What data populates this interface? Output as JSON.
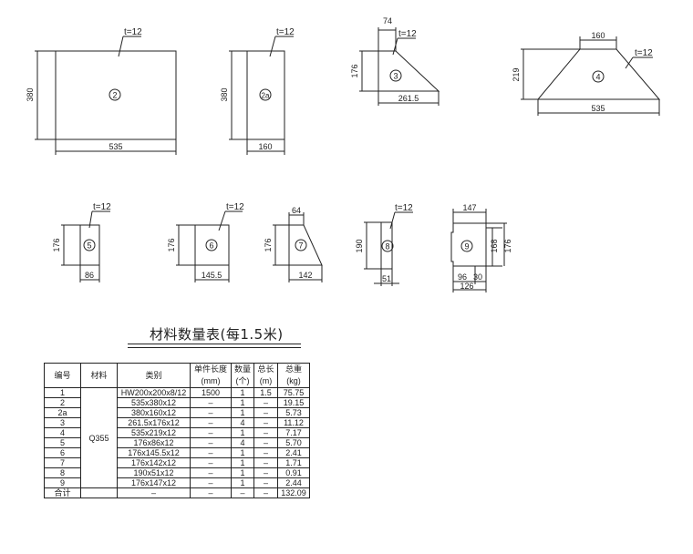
{
  "plates": {
    "p2": {
      "t": "t=12",
      "id": "2",
      "height": "380",
      "width": "535"
    },
    "p2a": {
      "t": "t=12",
      "id": "2a",
      "height": "380",
      "width": "160"
    },
    "p3": {
      "t": "t=12",
      "id": "3",
      "top": "74",
      "height": "176",
      "width": "261.5"
    },
    "p4": {
      "t": "t=12",
      "id": "4",
      "top": "160",
      "height": "219",
      "width": "535"
    },
    "p5": {
      "t": "t=12",
      "id": "5",
      "height": "176",
      "width": "86"
    },
    "p6": {
      "t": "t=12",
      "id": "6",
      "height": "176",
      "width": "145.5"
    },
    "p7": {
      "top": "64",
      "id": "7",
      "height": "176",
      "width": "142"
    },
    "p8": {
      "t": "t=12",
      "id": "8",
      "height": "190",
      "width": "51"
    },
    "p9": {
      "top": "147",
      "id": "9",
      "h1": "168",
      "h2": "176",
      "w1": "96",
      "w2": "30",
      "w": "126"
    }
  },
  "table": {
    "title": "材料数量表(每1.5米)",
    "headers": [
      "编号",
      "材料",
      "类别",
      "单件长度\n(mm)",
      "数量\n(个)",
      "总长\n(m)",
      "总重\n(kg)"
    ],
    "material": "Q355",
    "rows": [
      {
        "no": "1",
        "spec": "HW200x200x8/12",
        "len": "1500",
        "qty": "1",
        "total": "1.5",
        "weight": "75.75"
      },
      {
        "no": "2",
        "spec": "535x380x12",
        "len": "–",
        "qty": "1",
        "total": "–",
        "weight": "19.15"
      },
      {
        "no": "2a",
        "spec": "380x160x12",
        "len": "–",
        "qty": "1",
        "total": "–",
        "weight": "5.73"
      },
      {
        "no": "3",
        "spec": "261.5x176x12",
        "len": "–",
        "qty": "4",
        "total": "–",
        "weight": "11.12"
      },
      {
        "no": "4",
        "spec": "535x219x12",
        "len": "–",
        "qty": "1",
        "total": "–",
        "weight": "7.17"
      },
      {
        "no": "5",
        "spec": "176x86x12",
        "len": "–",
        "qty": "4",
        "total": "–",
        "weight": "5.70"
      },
      {
        "no": "6",
        "spec": "176x145.5x12",
        "len": "–",
        "qty": "1",
        "total": "–",
        "weight": "2.41"
      },
      {
        "no": "7",
        "spec": "176x142x12",
        "len": "–",
        "qty": "1",
        "total": "–",
        "weight": "1.71"
      },
      {
        "no": "8",
        "spec": "190x51x12",
        "len": "–",
        "qty": "1",
        "total": "–",
        "weight": "0.91"
      },
      {
        "no": "9",
        "spec": "176x147x12",
        "len": "–",
        "qty": "1",
        "total": "–",
        "weight": "2.44"
      }
    ],
    "total_row": {
      "no": "合计",
      "spec": "–",
      "len": "–",
      "qty": "–",
      "total": "–",
      "weight": "132.09"
    }
  }
}
